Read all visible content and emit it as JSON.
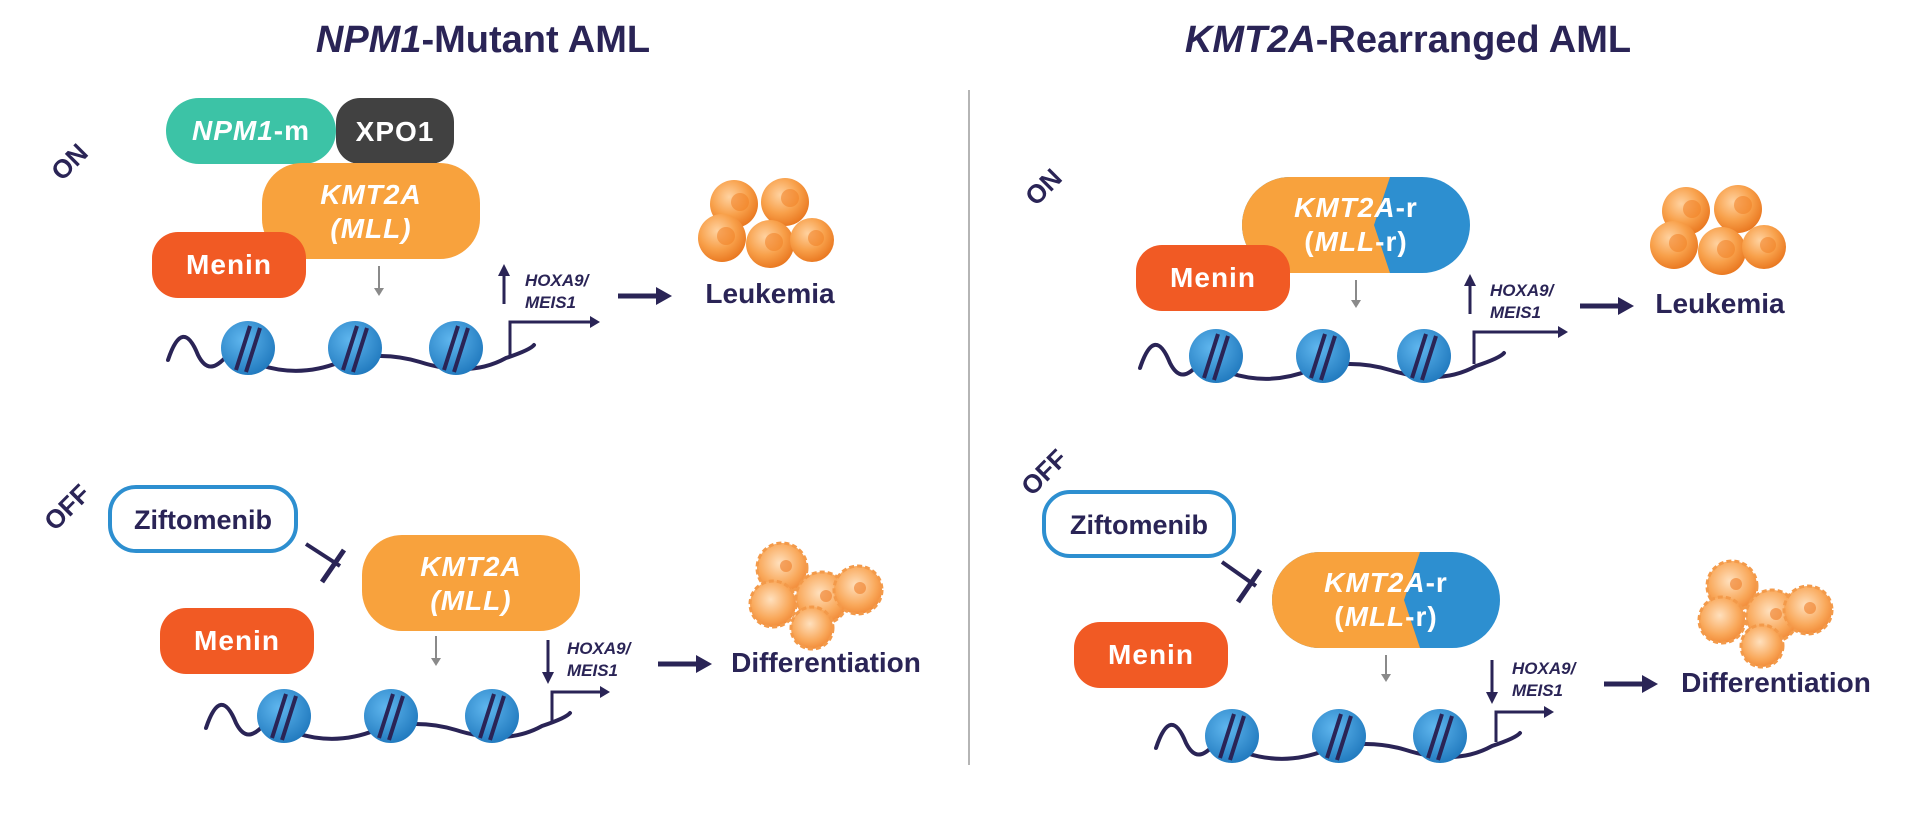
{
  "left_panel": {
    "title_italic": "NPM1",
    "title_rest": "-Mutant AML",
    "on": {
      "state_label": "ON",
      "npm1_italic": "NPM1",
      "npm1_rest": "-m",
      "xpo1": "XPO1",
      "kmt2a_line1": "KMT2A",
      "kmt2a_line2": "(MLL)",
      "menin": "Menin",
      "gene_line1": "HOXA9/",
      "gene_line2": "MEIS1",
      "outcome": "Leukemia"
    },
    "off": {
      "state_label": "OFF",
      "drug": "Ziftomenib",
      "kmt2a_line1": "KMT2A",
      "kmt2a_line2": "(MLL)",
      "menin": "Menin",
      "gene_line1": "HOXA9/",
      "gene_line2": "MEIS1",
      "outcome": "Differentiation"
    }
  },
  "right_panel": {
    "title_italic": "KMT2A",
    "title_rest": "-Rearranged AML",
    "on": {
      "state_label": "ON",
      "kmt2a_line1_italic": "KMT2A",
      "kmt2a_line1_rest": "-r",
      "kmt2a_line2_open": "(",
      "kmt2a_line2_italic": "MLL",
      "kmt2a_line2_rest": "-r)",
      "menin": "Menin",
      "gene_line1": "HOXA9/",
      "gene_line2": "MEIS1",
      "outcome": "Leukemia"
    },
    "off": {
      "state_label": "OFF",
      "drug": "Ziftomenib",
      "kmt2a_line1_italic": "KMT2A",
      "kmt2a_line1_rest": "-r",
      "kmt2a_line2_open": "(",
      "kmt2a_line2_italic": "MLL",
      "kmt2a_line2_rest": "-r)",
      "menin": "Menin",
      "gene_line1": "HOXA9/",
      "gene_line2": "MEIS1",
      "outcome": "Differentiation"
    }
  },
  "colors": {
    "navy": "#2a2456",
    "teal": "#3cc3a6",
    "dark_gray": "#414141",
    "orange": "#f8a23d",
    "red_orange": "#f15a24",
    "blue": "#2d8fd0",
    "nucleosome": "#2f90d2",
    "cell_orange": "#f7923a"
  },
  "icons": [
    "dna-strand-icon",
    "nucleosome-icon",
    "transcription-arrow-icon",
    "leukemia-cells-icon",
    "differentiated-cells-icon",
    "inhibition-icon"
  ]
}
